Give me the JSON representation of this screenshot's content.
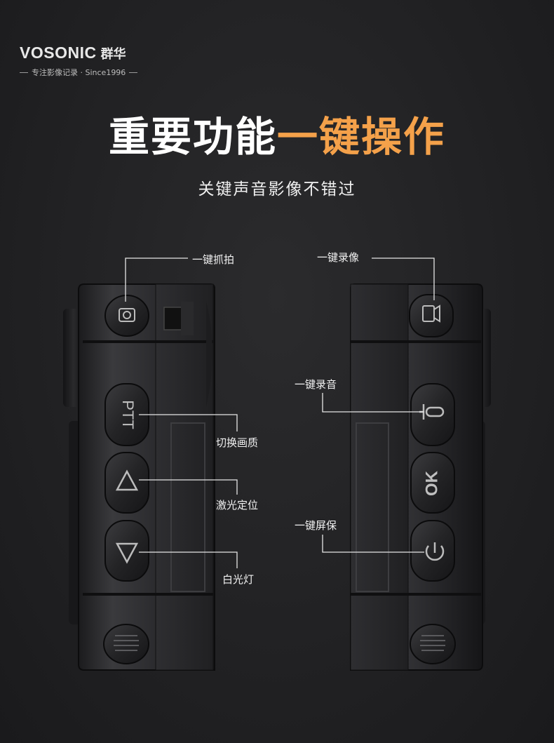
{
  "brand": {
    "name_en": "VOSONIC",
    "name_cn": "群华",
    "tagline": "专注影像记录 · Since1996"
  },
  "headline": {
    "part_white": "重要功能",
    "part_accent": "一键操作",
    "accent_color": "#f4a14a"
  },
  "subtitle": "关键声音影像不错过",
  "buttons": {
    "left_snapshot": "一键抓拍",
    "left_ptt": "切换画质",
    "left_up": "激光定位",
    "left_down": "白光灯",
    "right_record_video": "一键录像",
    "right_record_audio": "一键录音",
    "right_screensaver": "一键屏保"
  },
  "button_marks": {
    "ptt": "PTT",
    "ok": "OK"
  }
}
